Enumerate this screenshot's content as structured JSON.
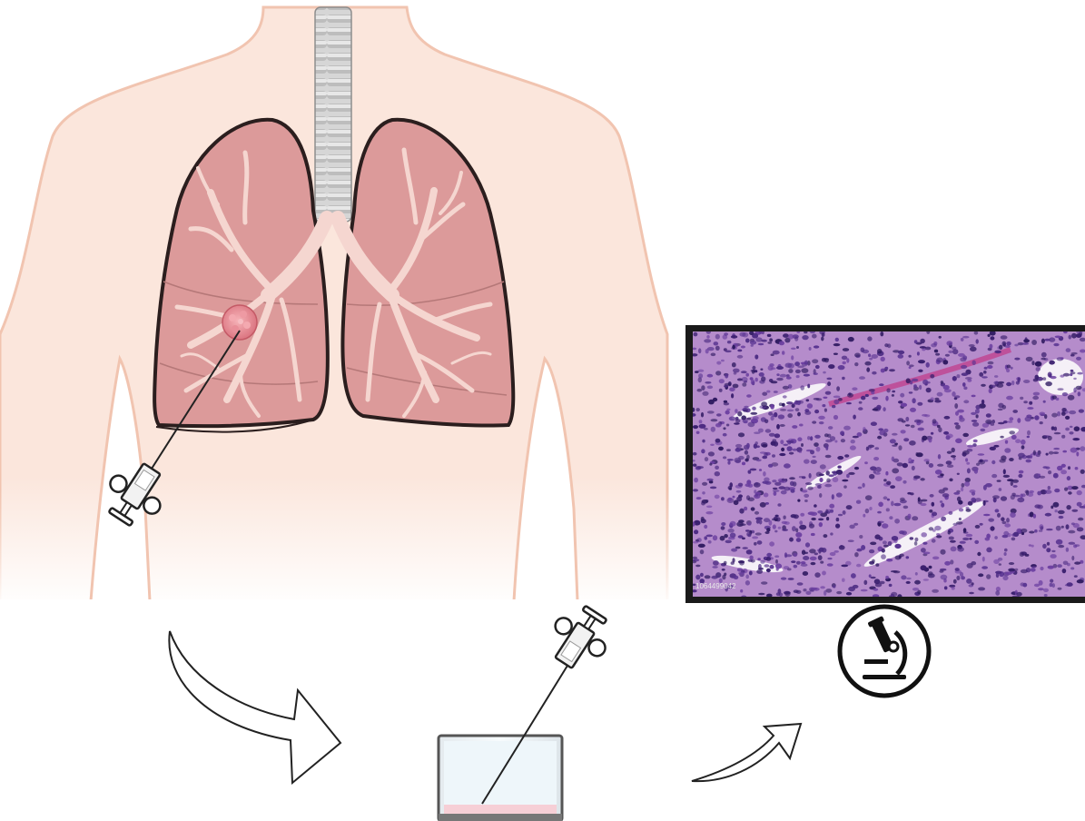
{
  "figure": {
    "steps": [
      "lung-nodule-biopsy",
      "sample-in-container",
      "microscopy"
    ],
    "micrograph": {
      "watermark": "1064499042"
    }
  },
  "colors": {
    "skin": "#fbe6dc",
    "skin_outline": "#f1c4b0",
    "lung": "#dc9a9a",
    "lung_outline": "#2b1e1e",
    "bronchi": "#f5d6d0",
    "trachea": "#cfcfcf",
    "tumor": "#e8868f",
    "stain": "#7a3c98",
    "specimen_fluid": "#f6cfd6"
  },
  "icons": [
    "syringe-icon",
    "curved-arrow-icon",
    "microscope-icon"
  ]
}
